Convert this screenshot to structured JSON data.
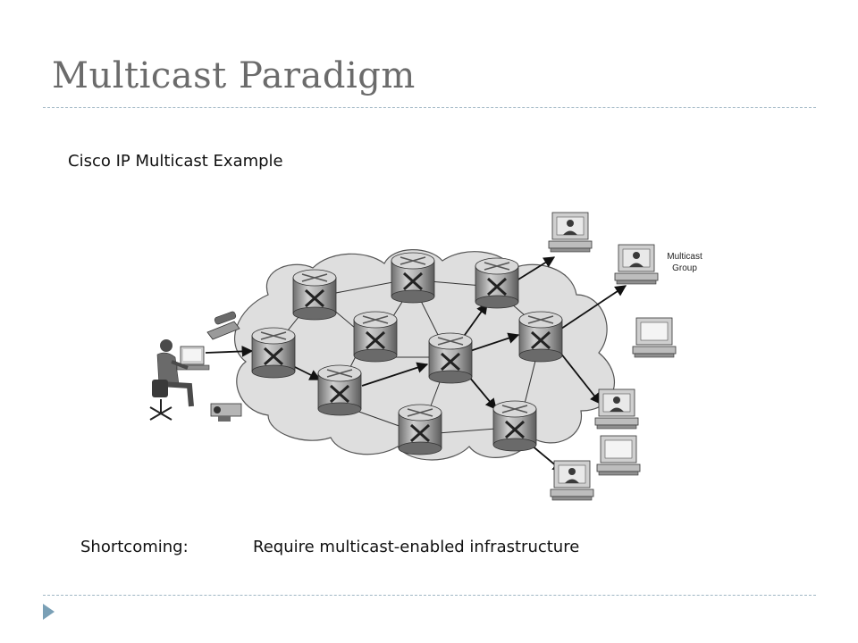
{
  "slide": {
    "title": "Multicast Paradigm",
    "subtitle": "Cisco IP Multicast Example",
    "shortcoming_label": "Shortcoming:",
    "shortcoming_text": "Require multicast-enabled infrastructure"
  },
  "diagram": {
    "group_label_line1": "Multicast",
    "group_label_line2": "Group"
  }
}
